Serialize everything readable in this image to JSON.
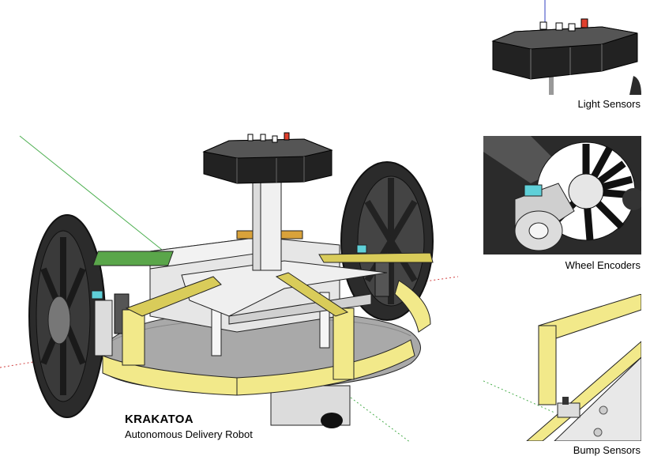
{
  "title": "KRAKATOA",
  "subtitle": "Autonomous Delivery Robot",
  "insets": {
    "light": {
      "caption": "Light Sensors"
    },
    "wheel": {
      "caption": "Wheel Encoders"
    },
    "bump": {
      "caption": "Bump Sensors"
    }
  },
  "colors": {
    "bumper_yellow": "#f2e98a",
    "sensor_head": "#222222",
    "wheel_black": "#2b2b2b",
    "encoder_cyan": "#5fd0d8",
    "pcb_green": "#5aa64a",
    "pcb_orange": "#d9a23a",
    "base_grey": "#bdbdbd",
    "deck_light": "#e6e6e6"
  }
}
